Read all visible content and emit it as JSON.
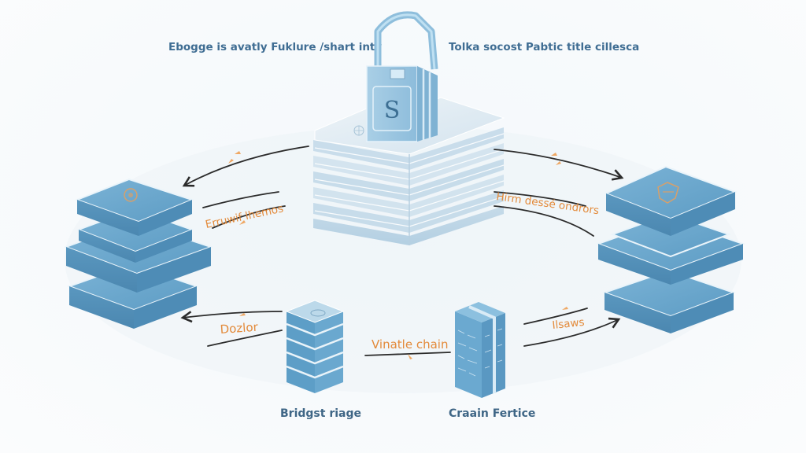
{
  "titles": {
    "left": "Ebogge is avatly Fuklure /shart inty",
    "right": "Tolka socost Pabtic title cillesca"
  },
  "edges": [
    {
      "id": "center-to-left",
      "label": ""
    },
    {
      "id": "left-upper",
      "label": "Erruwif lhemos"
    },
    {
      "id": "center-to-right",
      "label": ""
    },
    {
      "id": "right-upper",
      "label": "Hirm dessé ondrors"
    },
    {
      "id": "bridge-to-left",
      "label": "Dozlor"
    },
    {
      "id": "chain-link",
      "label": "Vinatle chain"
    },
    {
      "id": "chain-to-right",
      "label": "Ilsaws"
    }
  ],
  "nodes": {
    "center": {
      "name": "locked-ledger-stack",
      "label": ""
    },
    "left": {
      "name": "left-chain-stack",
      "label": ""
    },
    "right": {
      "name": "right-chain-stack",
      "label": ""
    },
    "bridge": {
      "name": "bridge-server",
      "label": "Bridgst riage"
    },
    "chain": {
      "name": "chain-block",
      "label": "Craain Fertice"
    }
  },
  "colors": {
    "block_blue": "#5b9ec6",
    "block_light": "#d7e6f0",
    "accent_orange": "#e38a3a",
    "title_blue": "#3f6d93",
    "arrow": "#2b2b2b"
  }
}
